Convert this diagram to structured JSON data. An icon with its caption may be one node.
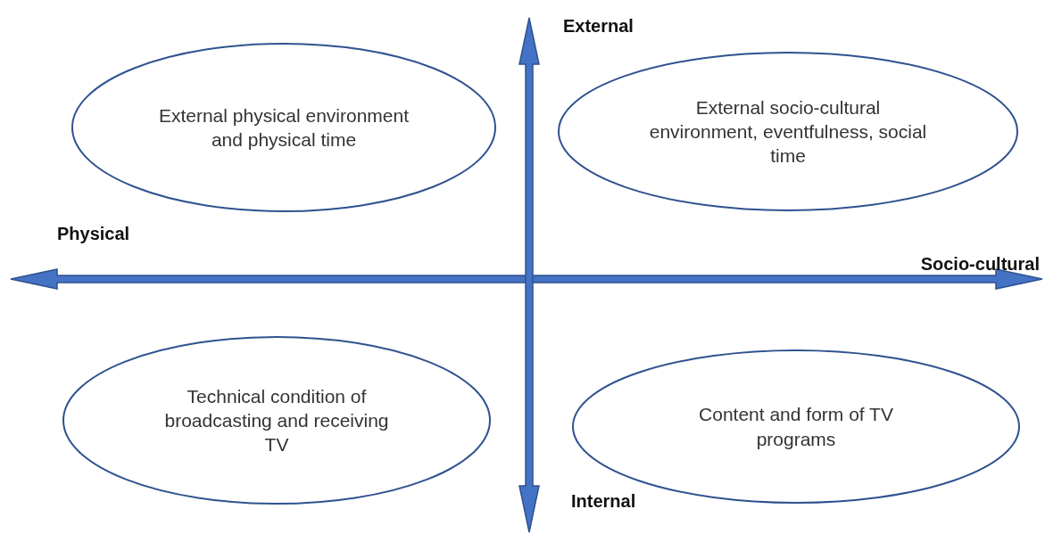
{
  "diagram": {
    "nodes": [
      {
        "text": [
          "External physical environment and physical time"
        ]
      },
      {
        "text": [
          "External socio-cultural environment, eventfulness, social time"
        ]
      },
      {
        "text": [
          "Technical condition of broadcasting and receiving TV"
        ]
      },
      {
        "text": [
          "Content and form of TV programs"
        ]
      }
    ],
    "labels": [
      "External",
      "Physical",
      "Socio-cultural",
      "Internal"
    ]
  }
}
